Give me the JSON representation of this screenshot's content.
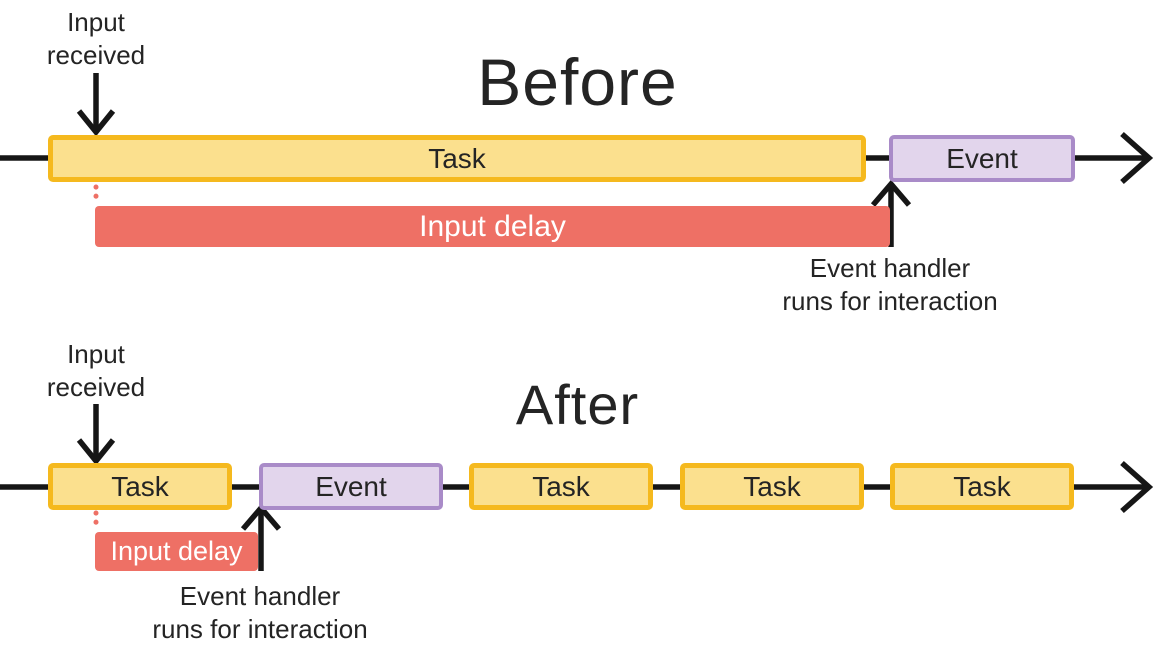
{
  "colors": {
    "yellow-fill": "#FBE08E",
    "yellow-border": "#F5B91E",
    "purple-fill": "#E2D5EC",
    "purple-border": "#A98BC8",
    "red": "#EE7065",
    "text": "#242424",
    "arrow": "#161616"
  },
  "before": {
    "title": "Before",
    "input_received": [
      "Input",
      "received"
    ],
    "task_label": "Task",
    "event_label": "Event",
    "input_delay_label": "Input delay",
    "event_handler": [
      "Event handler",
      "runs for interaction"
    ]
  },
  "after": {
    "title": "After",
    "input_received": [
      "Input",
      "received"
    ],
    "timeline": [
      {
        "type": "task",
        "label": "Task"
      },
      {
        "type": "event",
        "label": "Event"
      },
      {
        "type": "task",
        "label": "Task"
      },
      {
        "type": "task",
        "label": "Task"
      },
      {
        "type": "task",
        "label": "Task"
      }
    ],
    "input_delay_label": "Input delay",
    "event_handler": [
      "Event handler",
      "runs for interaction"
    ]
  }
}
